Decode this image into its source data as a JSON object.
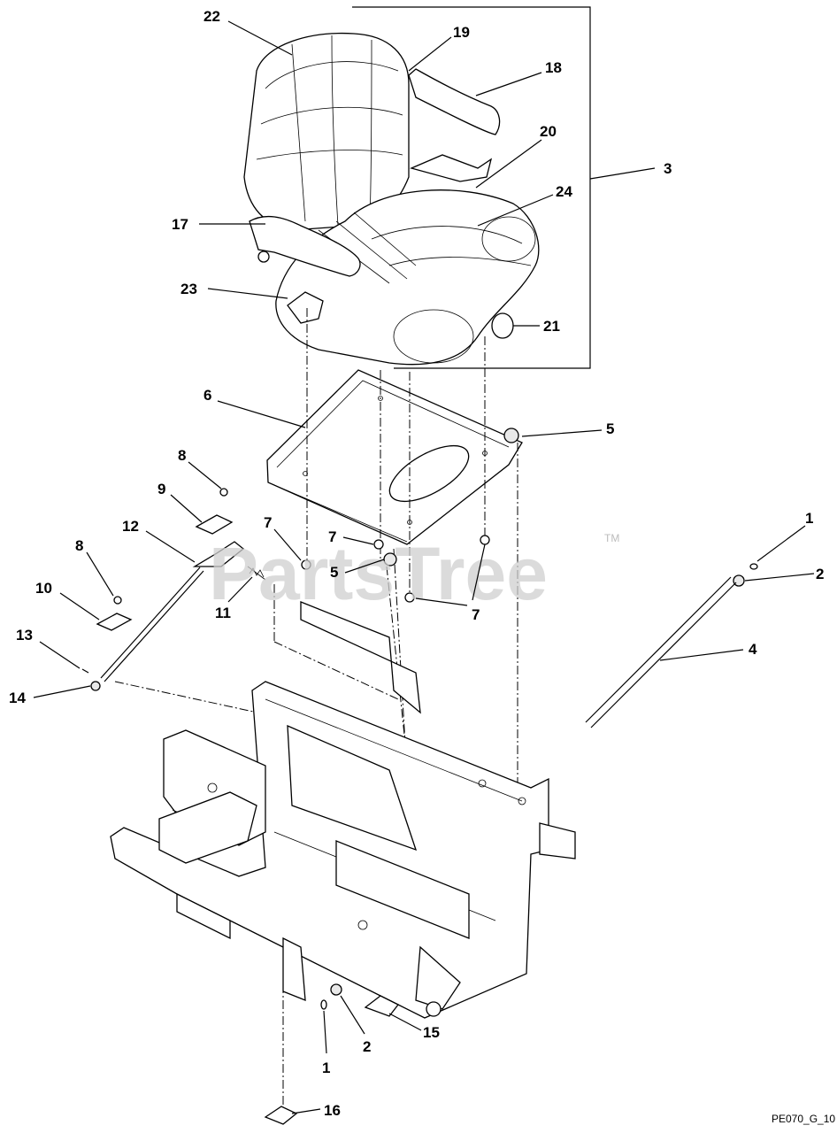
{
  "watermark": {
    "text": "PartsTree",
    "trademark": "TM"
  },
  "diagram_code": "PE070_G_10",
  "callouts": [
    {
      "id": "c22",
      "text": "22"
    },
    {
      "id": "c19",
      "text": "19"
    },
    {
      "id": "c18",
      "text": "18"
    },
    {
      "id": "c20",
      "text": "20"
    },
    {
      "id": "c3",
      "text": "3"
    },
    {
      "id": "c24",
      "text": "24"
    },
    {
      "id": "c17",
      "text": "17"
    },
    {
      "id": "c23",
      "text": "23"
    },
    {
      "id": "c21",
      "text": "21"
    },
    {
      "id": "c6",
      "text": "6"
    },
    {
      "id": "c5a",
      "text": "5"
    },
    {
      "id": "c8a",
      "text": "8"
    },
    {
      "id": "c9",
      "text": "9"
    },
    {
      "id": "c7a",
      "text": "7"
    },
    {
      "id": "c7b",
      "text": "7"
    },
    {
      "id": "c12",
      "text": "12"
    },
    {
      "id": "c5b",
      "text": "5"
    },
    {
      "id": "c7c",
      "text": "7"
    },
    {
      "id": "c8b",
      "text": "8"
    },
    {
      "id": "c11",
      "text": "11"
    },
    {
      "id": "c1a",
      "text": "1"
    },
    {
      "id": "c2a",
      "text": "2"
    },
    {
      "id": "c10",
      "text": "10"
    },
    {
      "id": "c13",
      "text": "13"
    },
    {
      "id": "c4",
      "text": "4"
    },
    {
      "id": "c14",
      "text": "14"
    },
    {
      "id": "c2b",
      "text": "2"
    },
    {
      "id": "c15",
      "text": "15"
    },
    {
      "id": "c1b",
      "text": "1"
    },
    {
      "id": "c16",
      "text": "16"
    }
  ]
}
